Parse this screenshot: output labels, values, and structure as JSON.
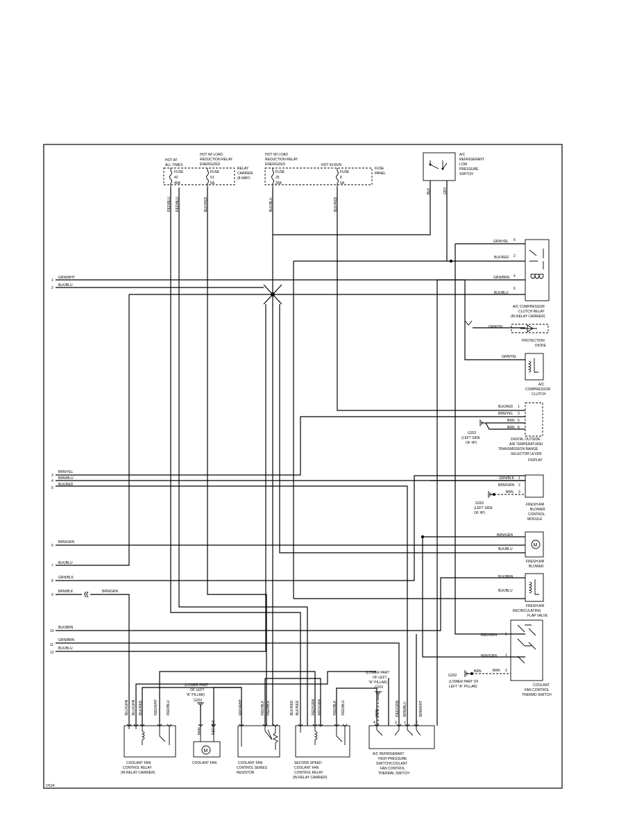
{
  "figure_id": "I7624",
  "fuse_blocks": [
    {
      "header_lines": [
        "HOT AT",
        "ALL TIMES"
      ],
      "fuse_lines": [
        "FUSE",
        "42",
        "40A"
      ]
    },
    {
      "header_lines": [
        "HOT W/ LOAD",
        "REDUCTION RELAY",
        "ENERGIZED"
      ],
      "fuse_lines": [
        "FUSE",
        "51",
        "5A"
      ]
    },
    {
      "header_lines": [
        "HOT W/ LOAD",
        "REDUCTION RELAY",
        "ENERGIZED"
      ],
      "fuse_lines": [
        "FUSE",
        "25",
        "30A"
      ]
    },
    {
      "header_lines": [
        "HOT IN RUN"
      ],
      "fuse_lines": [
        "FUSE",
        "8",
        "5A"
      ]
    }
  ],
  "relay_carrier_label": [
    "RELAY",
    "CARRIER",
    "(8-WAY)"
  ],
  "fuse_panel_label": [
    "FUSE",
    "PANEL"
  ],
  "vertical_wire_labels": {
    "fuse42_a": "RED/BLU",
    "fuse42_b": "RED/BLU",
    "fuse51": "BLK/RED",
    "fuse25": "BLK/BLU",
    "fuse8": "BLK/RED",
    "sw_blk": "BLK",
    "sw_gry": "GRY"
  },
  "left_connector": [
    {
      "pin": "1",
      "wire": "GRN/WHT"
    },
    {
      "pin": "2",
      "wire": "BLK/BLU"
    },
    {
      "pin": "3",
      "wire": "BRN/YEL"
    },
    {
      "pin": "4",
      "wire": "BRN/BLU"
    },
    {
      "pin": "5",
      "wire": "BLK/RED"
    },
    {
      "pin": "6",
      "wire": "BRN/GRN"
    },
    {
      "pin": "7",
      "wire": "BLK/BLU"
    },
    {
      "pin": "8",
      "wire": "GRN/BLK"
    },
    {
      "pin": "9",
      "wire": "BRN/BLK"
    },
    {
      "pin": "10",
      "wire": "BLK/BRN"
    },
    {
      "pin": "11",
      "wire": "GRN/BRN"
    },
    {
      "pin": "12",
      "wire": "BLK/BLU"
    }
  ],
  "pin9_splice_wire": "BRN/GRN",
  "components": {
    "ac_low_pressure_switch": [
      "A/C",
      "REFRIGERANT",
      "LOW",
      "PRESSURE",
      "SWITCH"
    ],
    "ac_clutch_relay": {
      "label": [
        "A/C COMPRESSOR",
        "CLUTCH RELAY",
        "(IN RELAY CARRIER)"
      ],
      "pins": [
        {
          "wire": "GRN/YEL",
          "pin": "6"
        },
        {
          "wire": "BLK/RED",
          "pin": "2"
        },
        {
          "wire": "GRN/BRN",
          "pin": "4"
        },
        {
          "wire": "BLK/BLU",
          "pin": "6"
        }
      ]
    },
    "protection_diode": {
      "label": [
        "PROTECTION",
        "DIODE"
      ],
      "wire": "GRN/YEL"
    },
    "ac_compressor_clutch": {
      "label": [
        "A/C",
        "COMPRESSOR",
        "CLUTCH"
      ],
      "wire": "GRN/YEL"
    },
    "digital_display": {
      "label": [
        "DIGITAL OUTSIDE",
        "AIR TEMPERATURE/",
        "TRANSMISSION RANGE",
        "SELECTOR LEVER",
        "DISPLAY"
      ],
      "pins": [
        {
          "wire": "BLK/RED",
          "pin": "1"
        },
        {
          "wire": "BRN/YEL",
          "pin": "3"
        },
        {
          "wire": "BRN",
          "pin": "5"
        },
        {
          "wire": "BRN",
          "pin": "8"
        }
      ],
      "ground": [
        "G202",
        "(LEFT SIDE",
        "OF I/P)"
      ]
    },
    "blower_control_module": {
      "label": [
        "FRESH AIR",
        "BLOWER",
        "CONTROL",
        "MODULE"
      ],
      "pins": [
        {
          "wire": "GRN/BLK",
          "pin": "1"
        },
        {
          "wire": "BRN/GRN",
          "pin": "2"
        },
        {
          "wire": "BRN",
          "pin": "3"
        }
      ],
      "ground": [
        "G202",
        "(LEFT SIDE",
        "OF I/P)"
      ]
    },
    "fresh_air_blower": {
      "label": [
        "FRESH AIR",
        "BLOWER"
      ],
      "wires": [
        "BRN/GRN",
        "BLK/BLU"
      ]
    },
    "recirc_flap_valve": {
      "label": [
        "FRESH AIR",
        "RECIRCULATING",
        "FLAP VALVE"
      ],
      "wires": [
        "BLK/BRN",
        "BLK/BLU"
      ]
    },
    "thermo_switch": {
      "label": [
        "COOLANT",
        "FAN CONTROL",
        "THERMO SWITCH"
      ],
      "pins": [
        {
          "wire": "RED/GRN",
          "pin": "2"
        },
        {
          "wire": "BRN/GRN",
          "pin": "1"
        },
        {
          "wire": "BRN",
          "pin": "3"
        }
      ],
      "ground": [
        "G202",
        "(LOWER PART OF",
        "LEFT \"A\" PILLAR)"
      ],
      "ground_wire": "BRN"
    },
    "coolant_fan_relay": {
      "label": [
        "COOLANT FAN",
        "CONTROL RELAY",
        "(IN RELAY CARRIER)"
      ],
      "wires": [
        "BLU/GRN",
        "BLU/GRN",
        "BLK/RED",
        "RED/WHT",
        "RED/BLU"
      ]
    },
    "coolant_fan": {
      "label": [
        "COOLANT FAN"
      ],
      "ground": [
        "(LOWER PART",
        "OF LEFT",
        "\"A\" PILLAR)",
        "G202"
      ],
      "wires": [
        "BRN",
        "RED/BLK"
      ]
    },
    "series_resistor": {
      "label": [
        "COOLANT FAN",
        "CONTROL SERIES",
        "RESISTOR"
      ],
      "wires": [
        "RED/WHT",
        "RED/BLK",
        "RED/BLK"
      ]
    },
    "second_speed_relay": {
      "label": [
        "SECOND SPEED",
        "COOLANT FAN",
        "CONTROL RELAY",
        "(IN RELAY CARRIER)"
      ],
      "wires": [
        "BLK/RED",
        "BLK/RED",
        "RED/GRN",
        "RED/GRN",
        "RED/BLK",
        "RED/BLU"
      ]
    },
    "high_pressure_switch": {
      "label": [
        "A/C REFRIGERANT",
        "HIGH PRESSURE",
        "SWITCH/COOLANT",
        "FAN CONTROL",
        "THERMAL SWITCH"
      ],
      "ground": [
        "(LOWER PART",
        "OF LEFT",
        "\"A\" PILLAR)",
        "G202"
      ],
      "wires": [
        "BRN",
        "RED/GRN",
        "BRN/BLU",
        "BRN/WHT"
      ],
      "pins": [
        "4",
        "3",
        "1",
        "2"
      ]
    }
  }
}
